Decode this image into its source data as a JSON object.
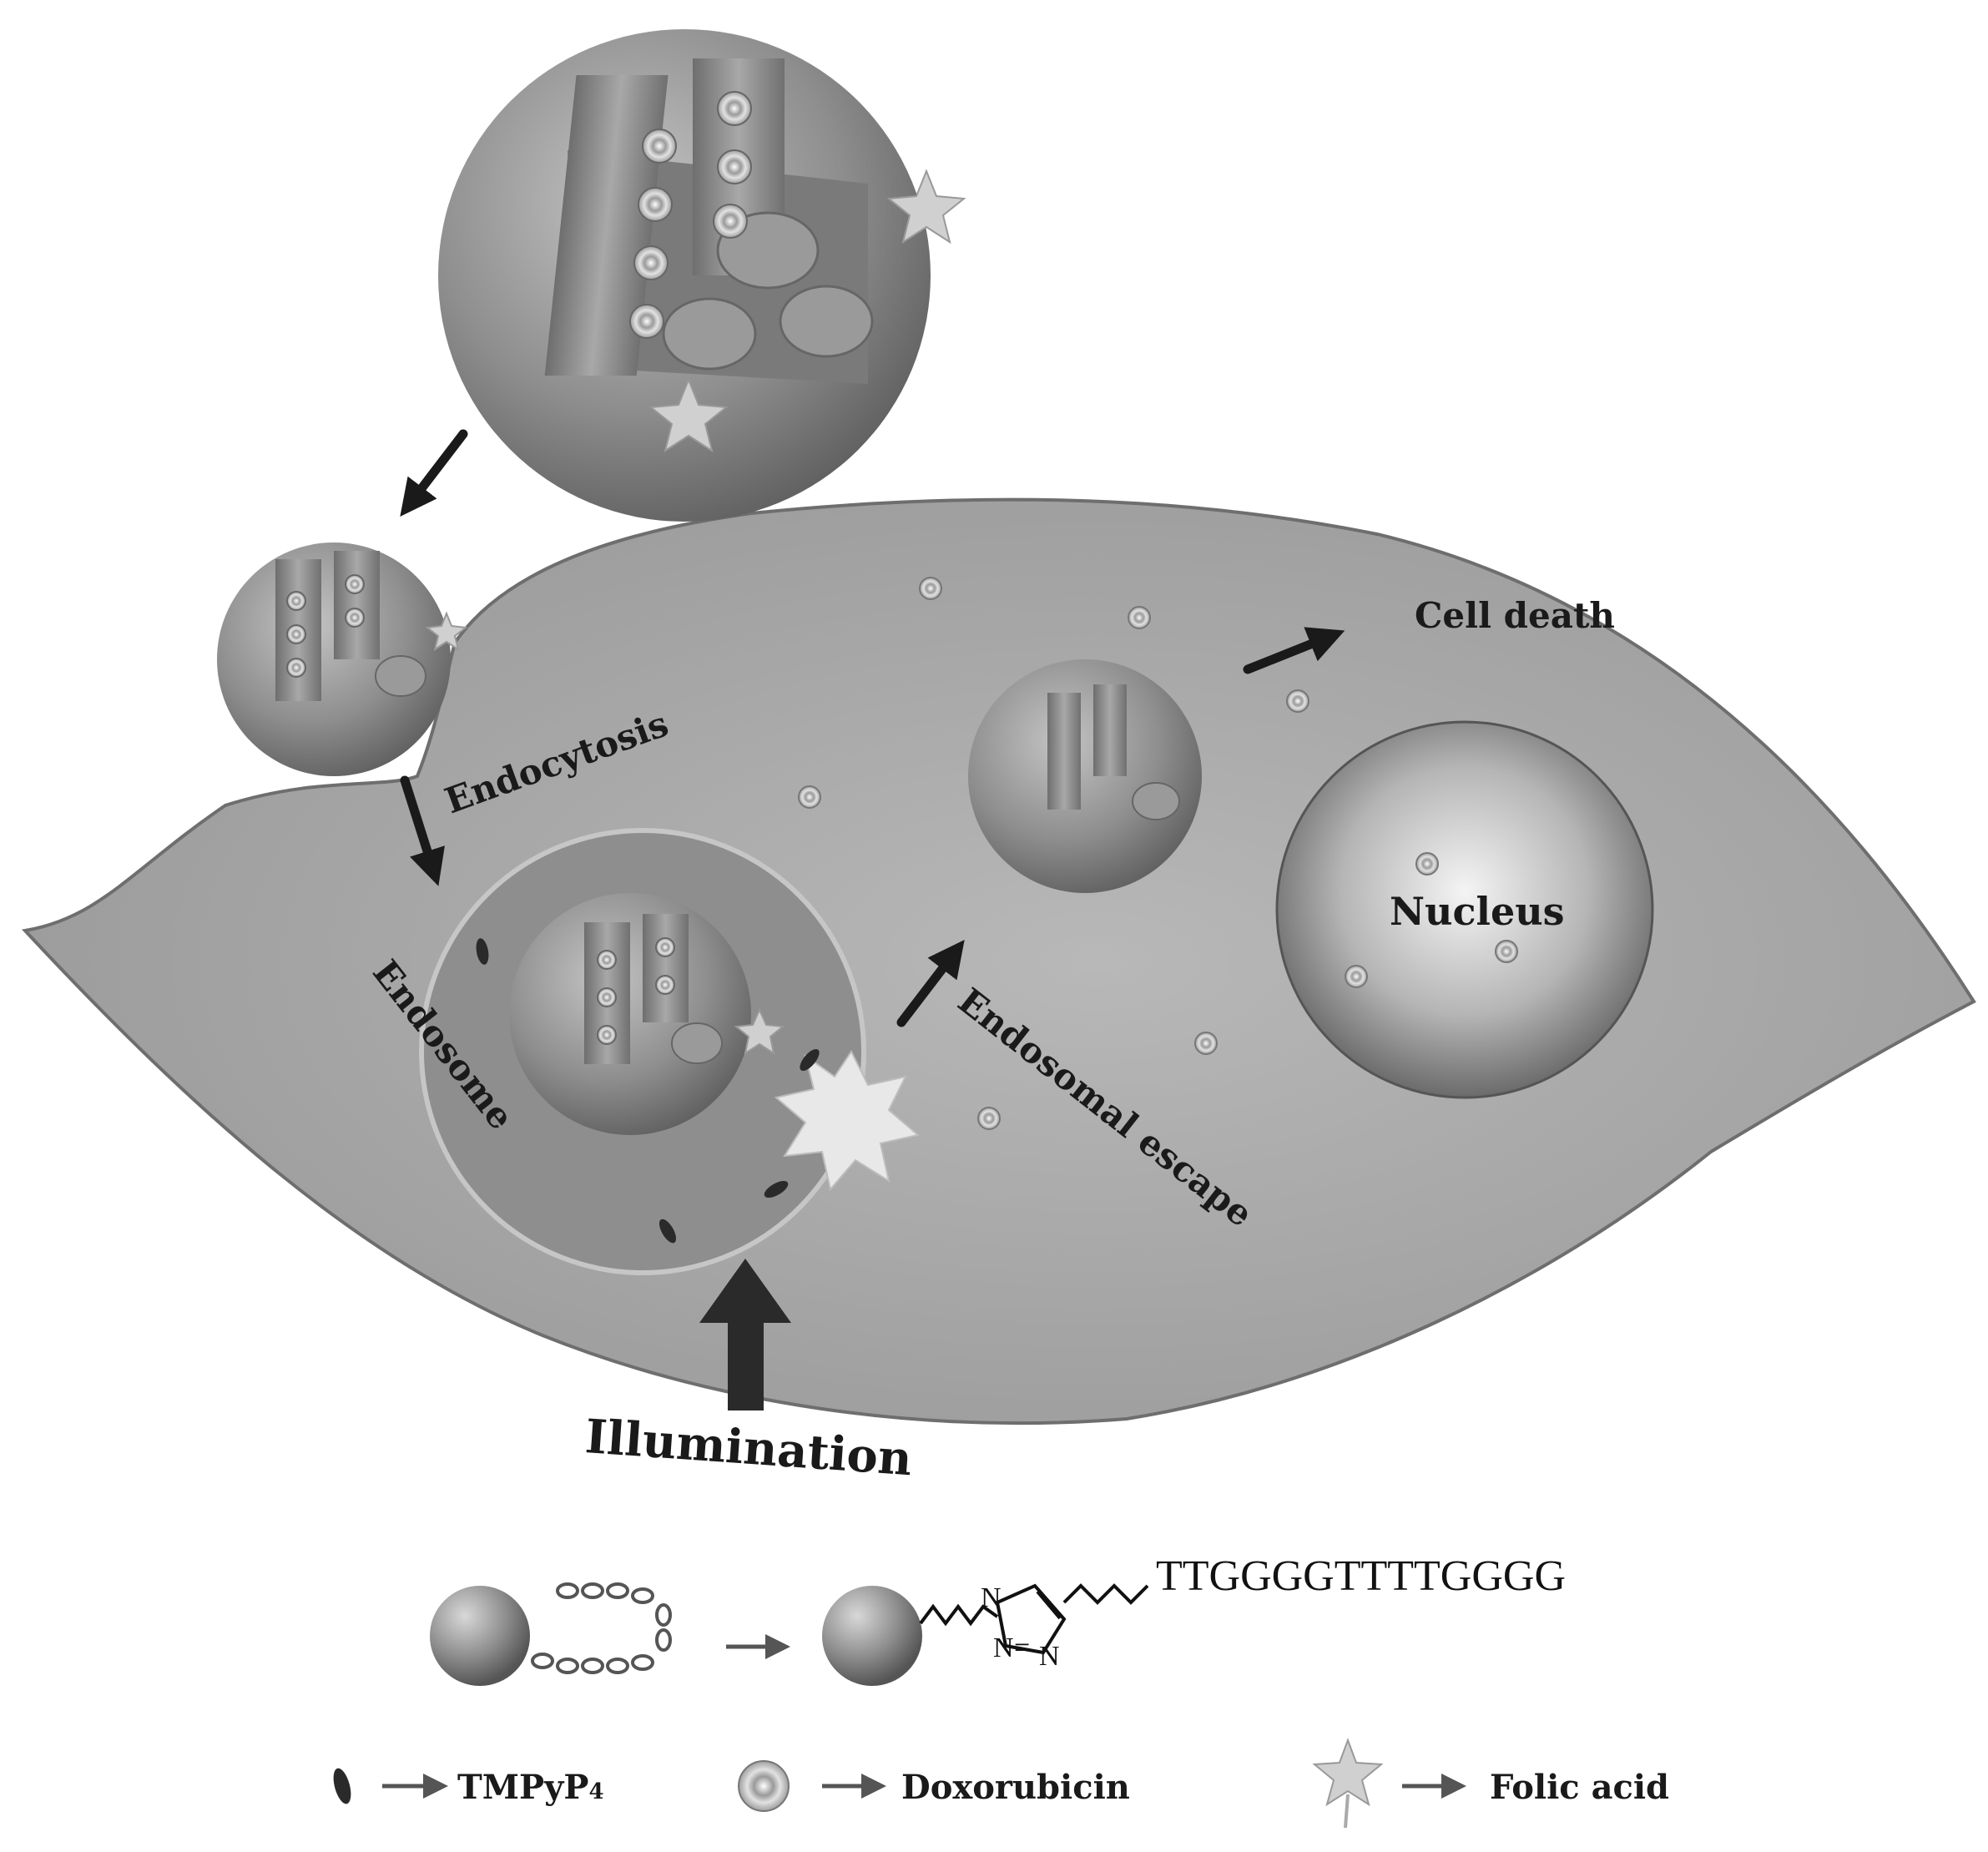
{
  "labels": {
    "endocytosis": "Endocytosis",
    "endosome": "Endosome",
    "endosomal_escape": "Endosomal escape",
    "cell_death": "Cell death",
    "nucleus": "Nucleus",
    "illumination": "Illumination"
  },
  "chemistry": {
    "sequence": "TTGGGGTTTTGGGG",
    "triazole_n1": "N",
    "triazole_n2": "N",
    "triazole_n3": "N",
    "triazole_eq": "="
  },
  "legend": [
    {
      "icon": "tmpyp4-icon",
      "arrow": "→",
      "label_main": "TMPyP",
      "label_sub": "4"
    },
    {
      "icon": "doxorubicin-icon",
      "arrow": "→",
      "label_main": "Doxorubicin"
    },
    {
      "icon": "folic-acid-icon",
      "arrow": "→",
      "label_main": "Folic acid"
    }
  ],
  "colors": {
    "cell_fill": "#a6a6a6",
    "cell_stroke": "#6e6e6e",
    "particle": "#8a8a8a",
    "arrow": "#1a1a1a"
  }
}
